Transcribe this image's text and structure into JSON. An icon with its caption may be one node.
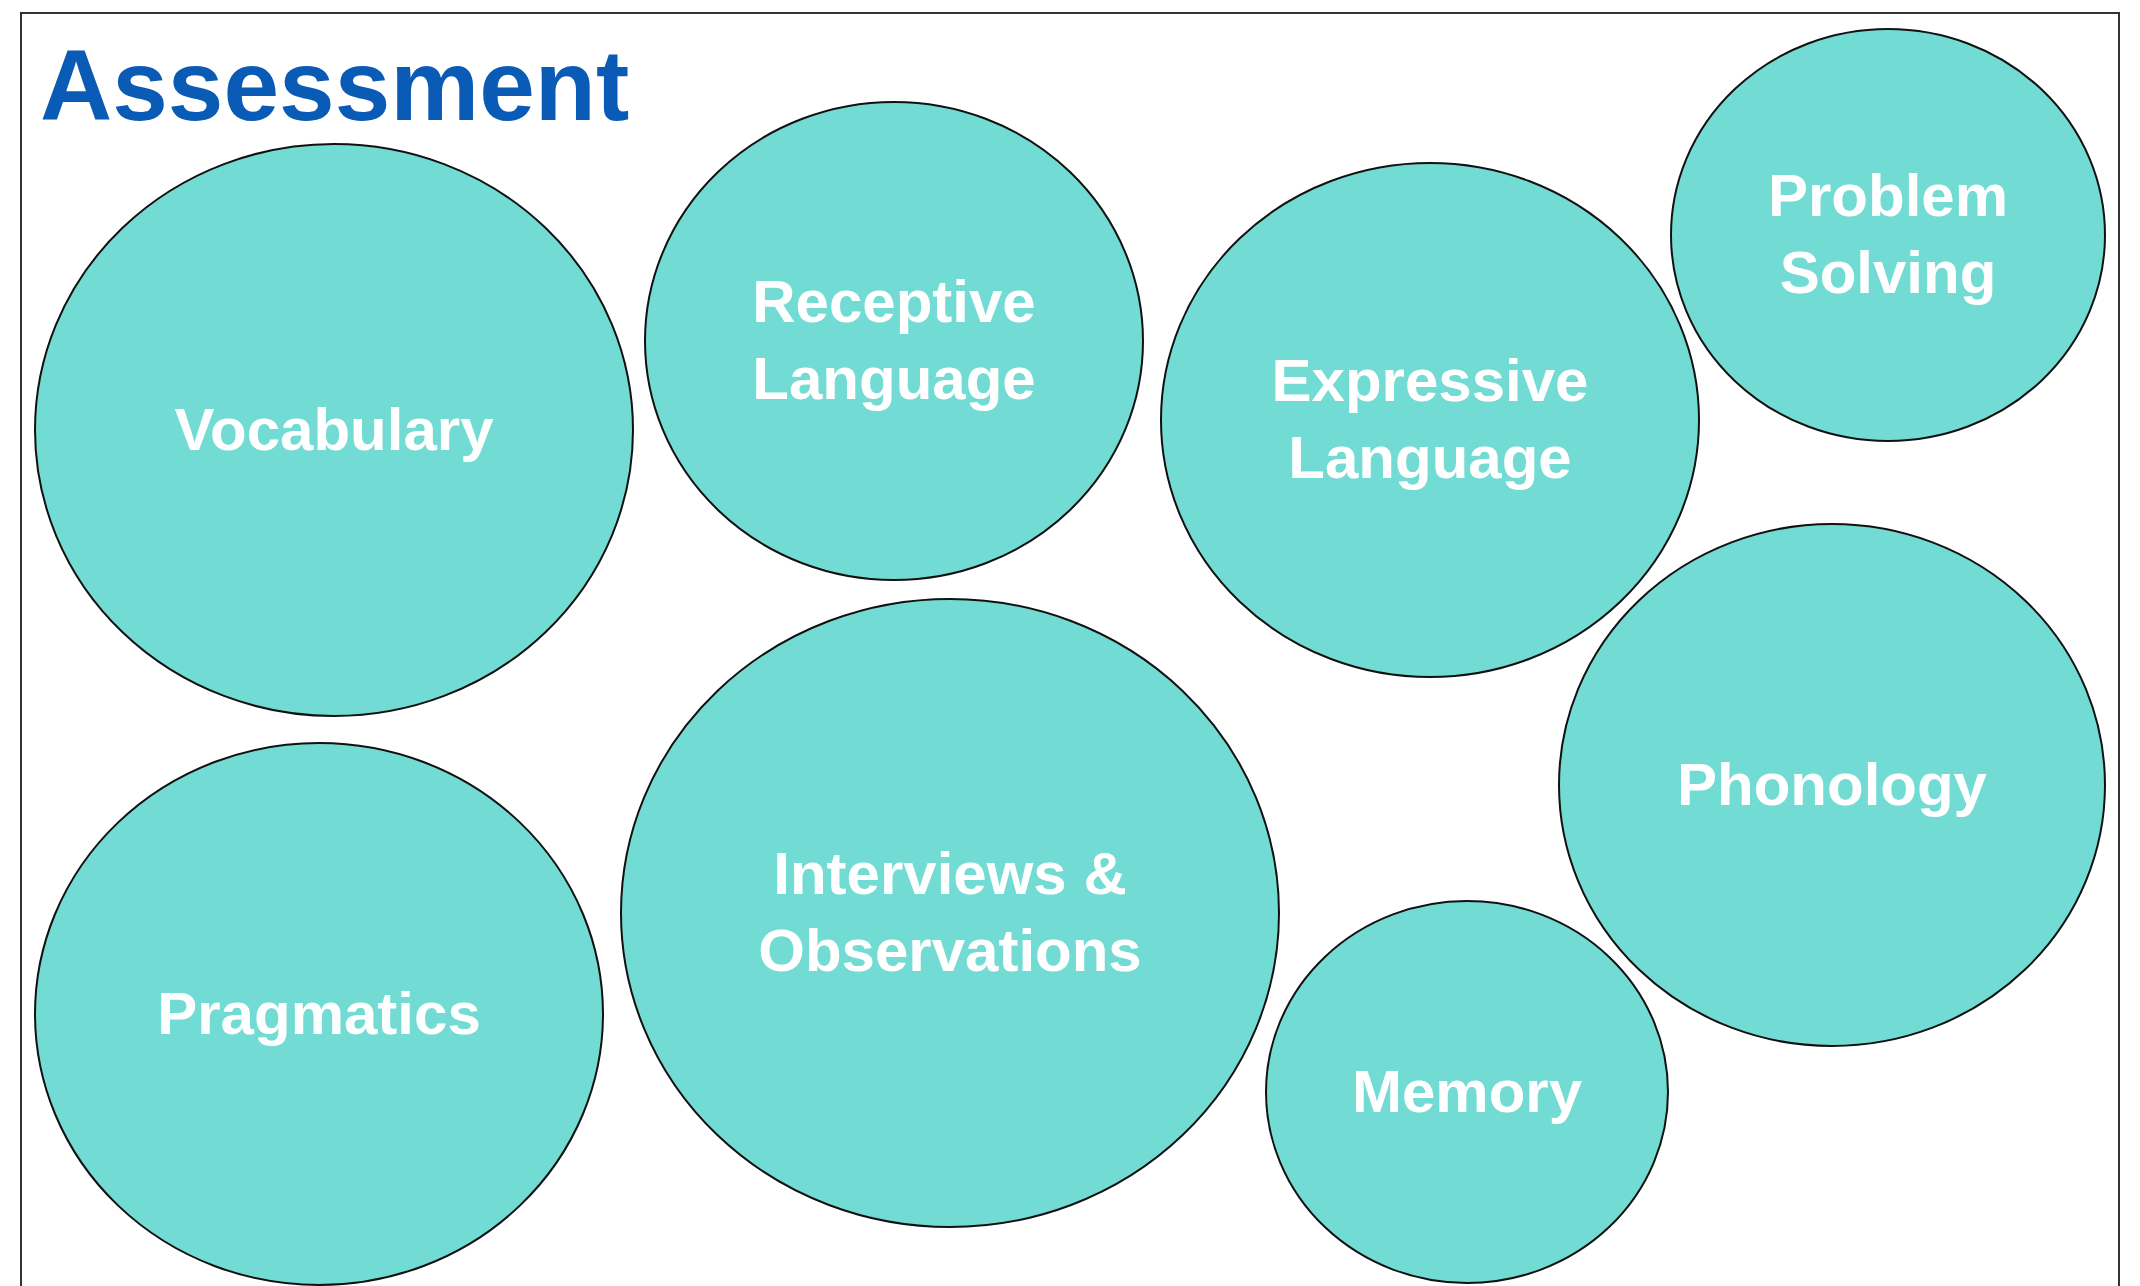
{
  "diagram": {
    "title": "Assessment",
    "nodes": [
      {
        "text": [
          "Vocabulary"
        ]
      },
      {
        "text": [
          "Receptive Language"
        ]
      },
      {
        "text": [
          "Expressive Language"
        ]
      },
      {
        "text": [
          "Problem Solving"
        ]
      },
      {
        "text": [
          "Pragmatics"
        ]
      },
      {
        "text": [
          "Interviews & Observations"
        ]
      },
      {
        "text": [
          "Phonology"
        ]
      },
      {
        "text": [
          "Memory"
        ]
      }
    ],
    "edges": []
  }
}
